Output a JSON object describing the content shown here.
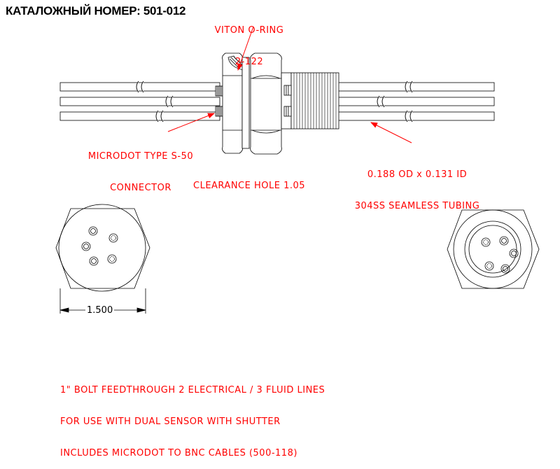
{
  "header": {
    "catalog_number": "КАТАЛОЖНЫЙ НОМЕР: 501-012"
  },
  "callouts": {
    "oring_line1": "VITON O-RING",
    "oring_line2": "2-122",
    "microdot_line1": "MICRODOT TYPE S-50",
    "microdot_line2": "CONNECTOR",
    "tubing_line1": "0.188 OD x 0.131 ID",
    "tubing_line2": "304SS SEAMLESS TUBING",
    "clearance": "CLEARANCE HOLE 1.05"
  },
  "dimension": {
    "width_label": "1.500"
  },
  "notes": {
    "line1": "1\" BOLT FEEDTHROUGH 2 ELECTRICAL / 3 FLUID LINES",
    "line2": "FOR USE WITH DUAL SENSOR WITH SHUTTER",
    "line3": "INCLUDES MICRODOT TO BNC CABLES (500-118)"
  },
  "colors": {
    "annotation": "#ff0000",
    "linework": "#000000"
  }
}
